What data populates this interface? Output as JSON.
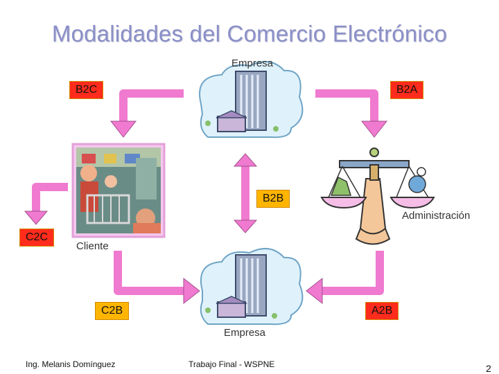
{
  "title": "Modalidades del Comercio Electrónico",
  "nodes": {
    "empresa_top": "Empresa",
    "empresa_bottom": "Empresa",
    "cliente": "Cliente",
    "administracion": "Administración"
  },
  "relations": {
    "b2c": "B2C",
    "b2a": "B2A",
    "b2b": "B2B",
    "c2c": "C2C",
    "c2b": "C2B",
    "a2b": "A2B"
  },
  "footer": {
    "author": "Ing. Melanis Domínguez",
    "work": "Trabajo Final - WSPNE",
    "page": "2"
  },
  "colors": {
    "title": "#8a8fc8",
    "arrow": "#f07ad0",
    "tag_red": "#ff2b1c",
    "tag_orange": "#ffb500"
  }
}
